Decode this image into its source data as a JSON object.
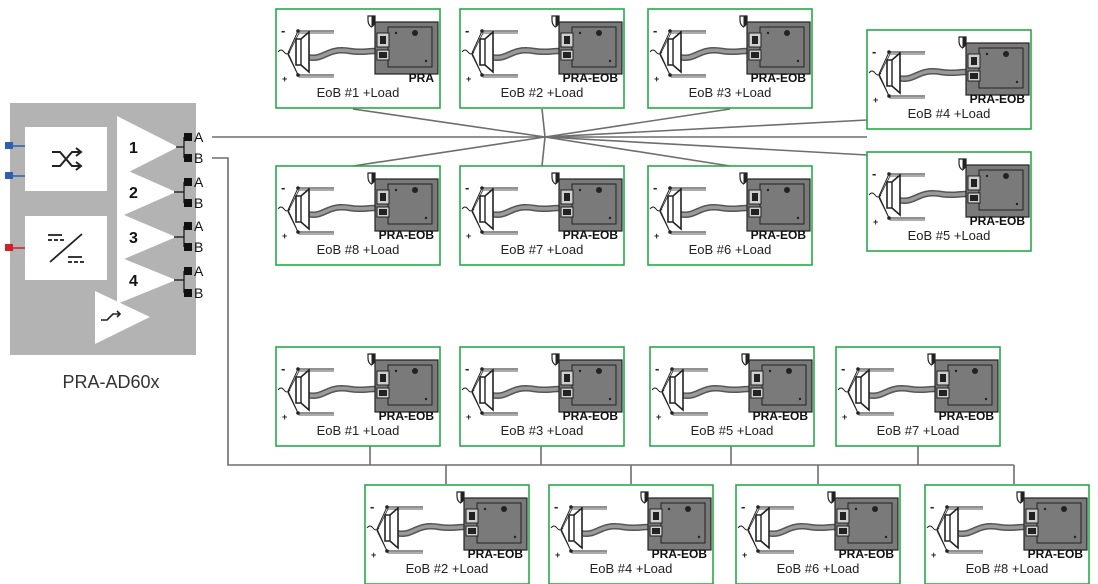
{
  "amplifier": {
    "label": "PRA-AD60x",
    "channels": [
      {
        "number": "1",
        "outputs": [
          "A",
          "B"
        ]
      },
      {
        "number": "2",
        "outputs": [
          "A",
          "B"
        ]
      },
      {
        "number": "3",
        "outputs": [
          "A",
          "B"
        ]
      },
      {
        "number": "4",
        "outputs": [
          "A",
          "B"
        ]
      }
    ]
  },
  "star_topology": [
    {
      "module": "PRA",
      "label": "EoB #1 +Load"
    },
    {
      "module": "PRA-EOB",
      "label": "EoB #2  +Load"
    },
    {
      "module": "PRA-EOB",
      "label": "EoB #3 +Load"
    },
    {
      "module": "PRA-EOB",
      "label": "EoB #4 +Load"
    },
    {
      "module": "PRA-EOB",
      "label": "EoB #5 +Load"
    },
    {
      "module": "PRA-EOB",
      "label": "EoB #6 +Load"
    },
    {
      "module": "PRA-EOB",
      "label": "EoB #7 +Load"
    },
    {
      "module": "PRA-EOB",
      "label": "EoB #8 +Load"
    }
  ],
  "bus_topology": [
    {
      "module": "PRA-EOB",
      "label": "EoB #1 +Load"
    },
    {
      "module": "PRA-EOB",
      "label": "EoB #3 +Load"
    },
    {
      "module": "PRA-EOB",
      "label": "EoB #5 +Load"
    },
    {
      "module": "PRA-EOB",
      "label": "EoB #7 +Load"
    },
    {
      "module": "PRA-EOB",
      "label": "EoB #2 +Load"
    },
    {
      "module": "PRA-EOB",
      "label": "EoB #4 +Load"
    },
    {
      "module": "PRA-EOB",
      "label": "EoB #6 +Load"
    },
    {
      "module": "PRA-EOB",
      "label": "EoB #8 +Load"
    }
  ],
  "colors": {
    "box_border": "#2aa84a",
    "amp_body": "#b3b3b3",
    "wire": "#6e6e6e",
    "module_fill": "#7a7a7a",
    "port_blue": "#2f5fb0",
    "port_red": "#d0202a"
  },
  "icons": [
    "shuffle-icon",
    "dc-ac-converter-icon",
    "amplifier-triangle-icon",
    "speaker-icon",
    "shield-icon",
    "relay-icon"
  ]
}
